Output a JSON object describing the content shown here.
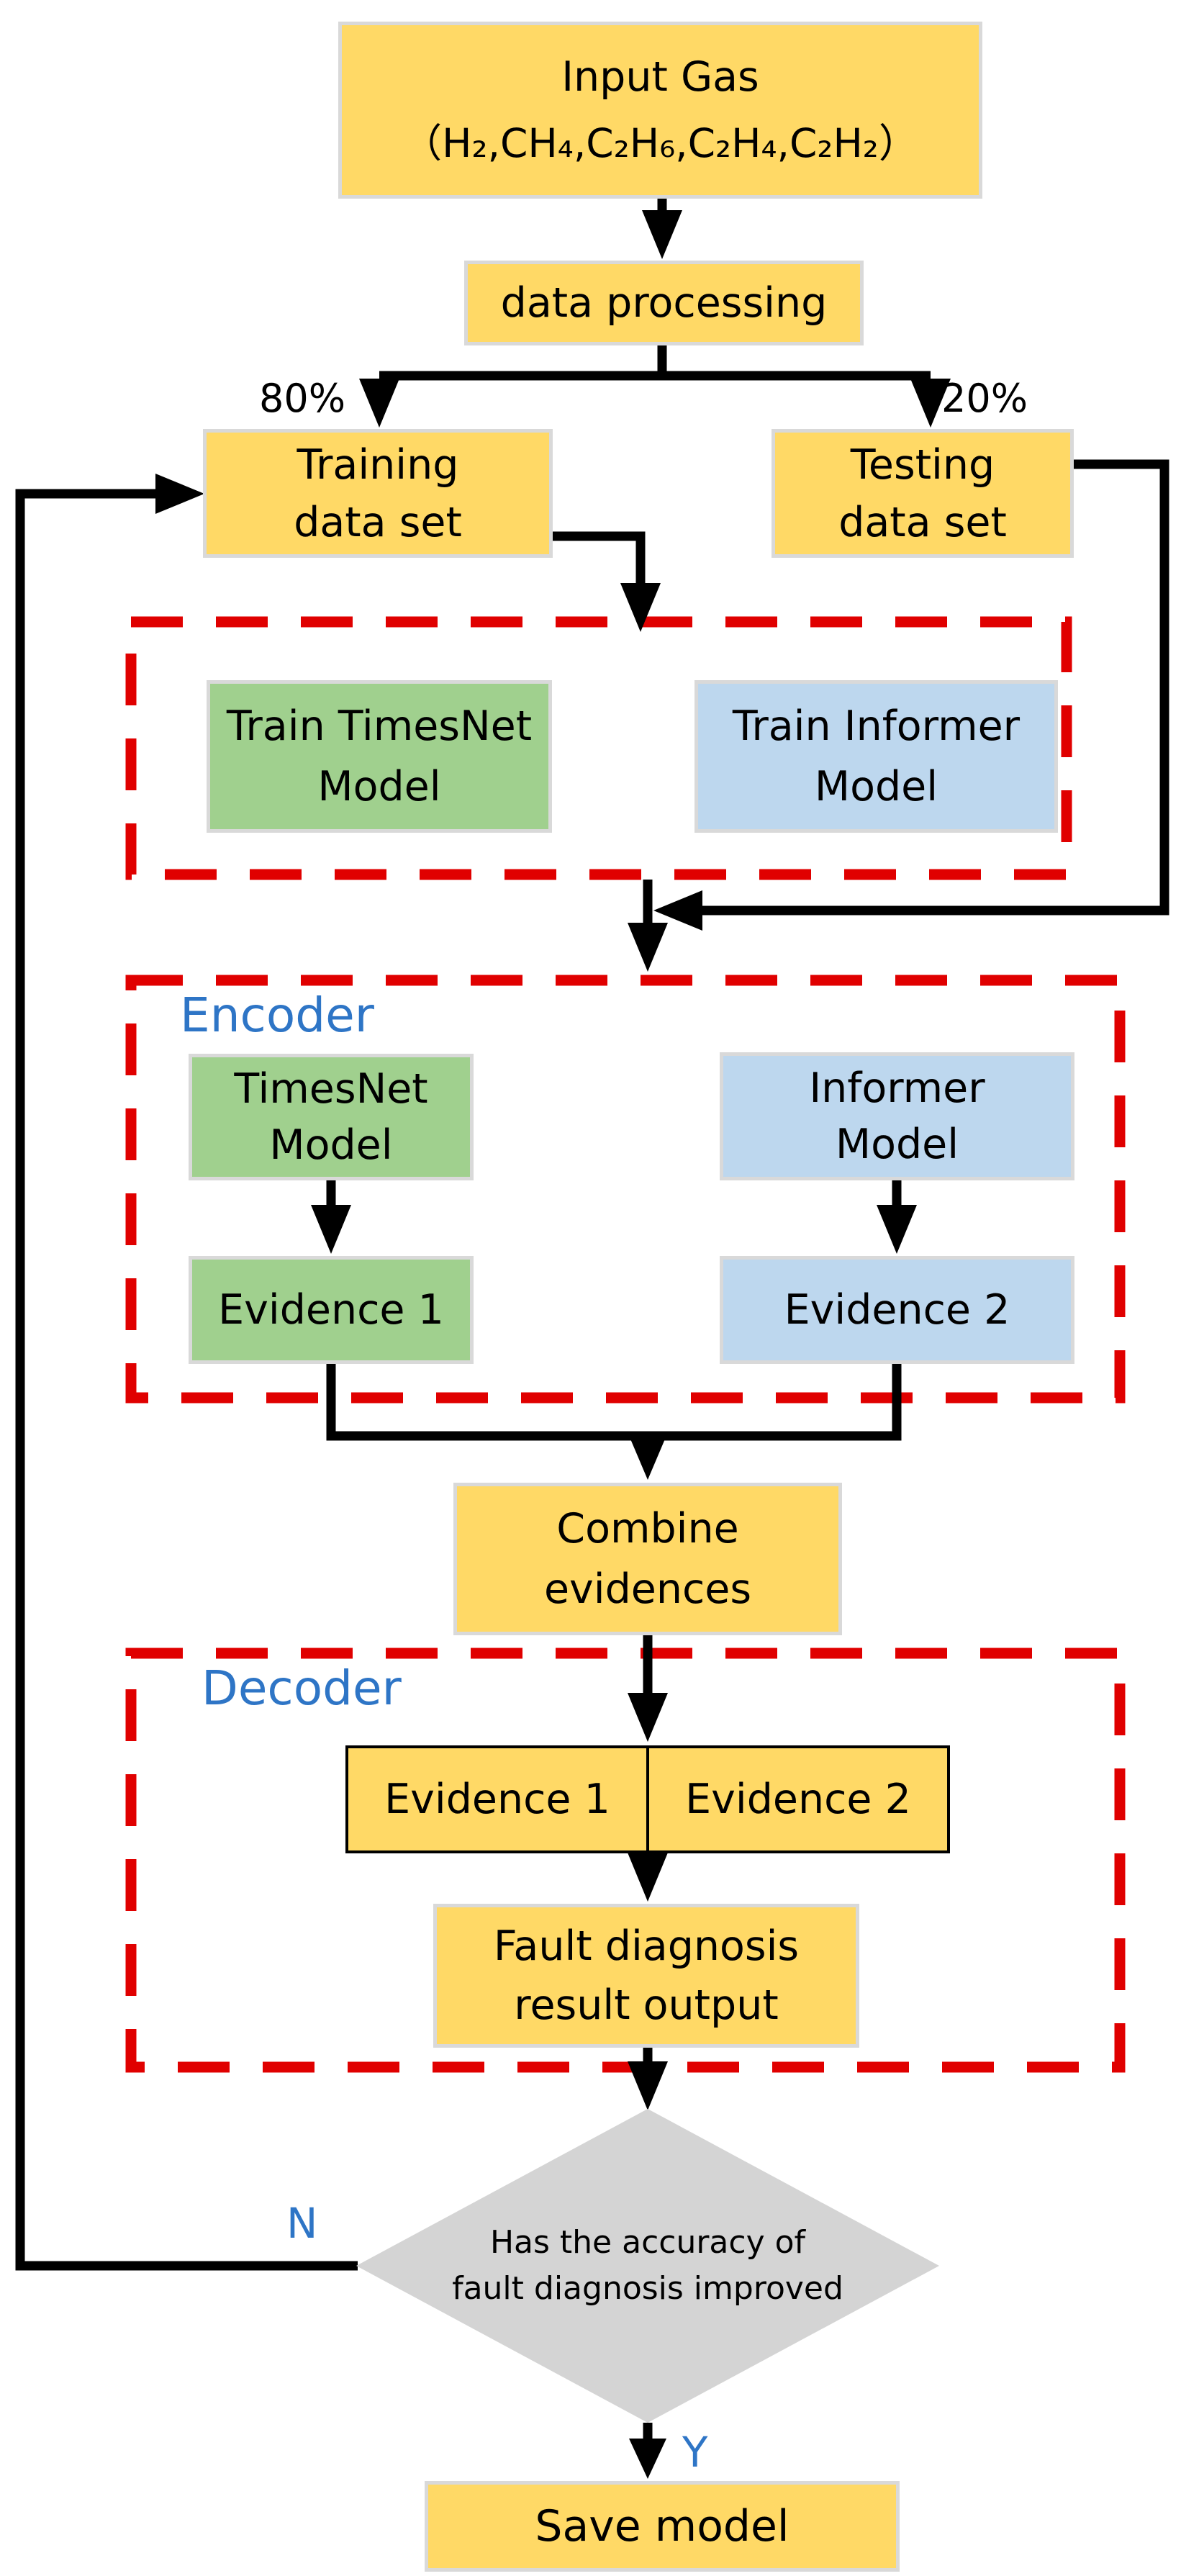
{
  "colors": {
    "yellow": "#FFD966",
    "green": "#A0D08E",
    "blue": "#BDD7EE",
    "red": "#E00000",
    "gray": "#D4D4D4",
    "blue_text": "#2E75C6",
    "line": "#000000",
    "box_border": "#D9D9D9"
  },
  "nodes": {
    "input_gas": {
      "line1": "Input Gas",
      "line2": "（H₂,CH₄,C₂H₆,C₂H₄,C₂H₂）"
    },
    "data_processing": "data processing",
    "pct_left": "80%",
    "pct_right": "20%",
    "training": {
      "line1": "Training",
      "line2": "data set"
    },
    "testing": {
      "line1": "Testing",
      "line2": "data set"
    },
    "train_timesnet": {
      "line1": "Train TimesNet",
      "line2": "Model"
    },
    "train_informer": {
      "line1": "Train Informer",
      "line2": "Model"
    },
    "encoder": "Encoder",
    "timesnet_model": {
      "line1": "TimesNet",
      "line2": "Model"
    },
    "informer_model": {
      "line1": "Informer",
      "line2": "Model"
    },
    "evidence1": "Evidence 1",
    "evidence2": "Evidence 2",
    "combine": {
      "line1": "Combine",
      "line2": "evidences"
    },
    "decoder": "Decoder",
    "pair": {
      "left": "Evidence 1",
      "right": "Evidence 2"
    },
    "fault": {
      "line1": "Fault diagnosis",
      "line2": "result output"
    },
    "decision": {
      "line1": "Has the accuracy of",
      "line2": "fault diagnosis improved"
    },
    "branch_no": "N",
    "branch_yes": "Y",
    "save_model": "Save model"
  }
}
